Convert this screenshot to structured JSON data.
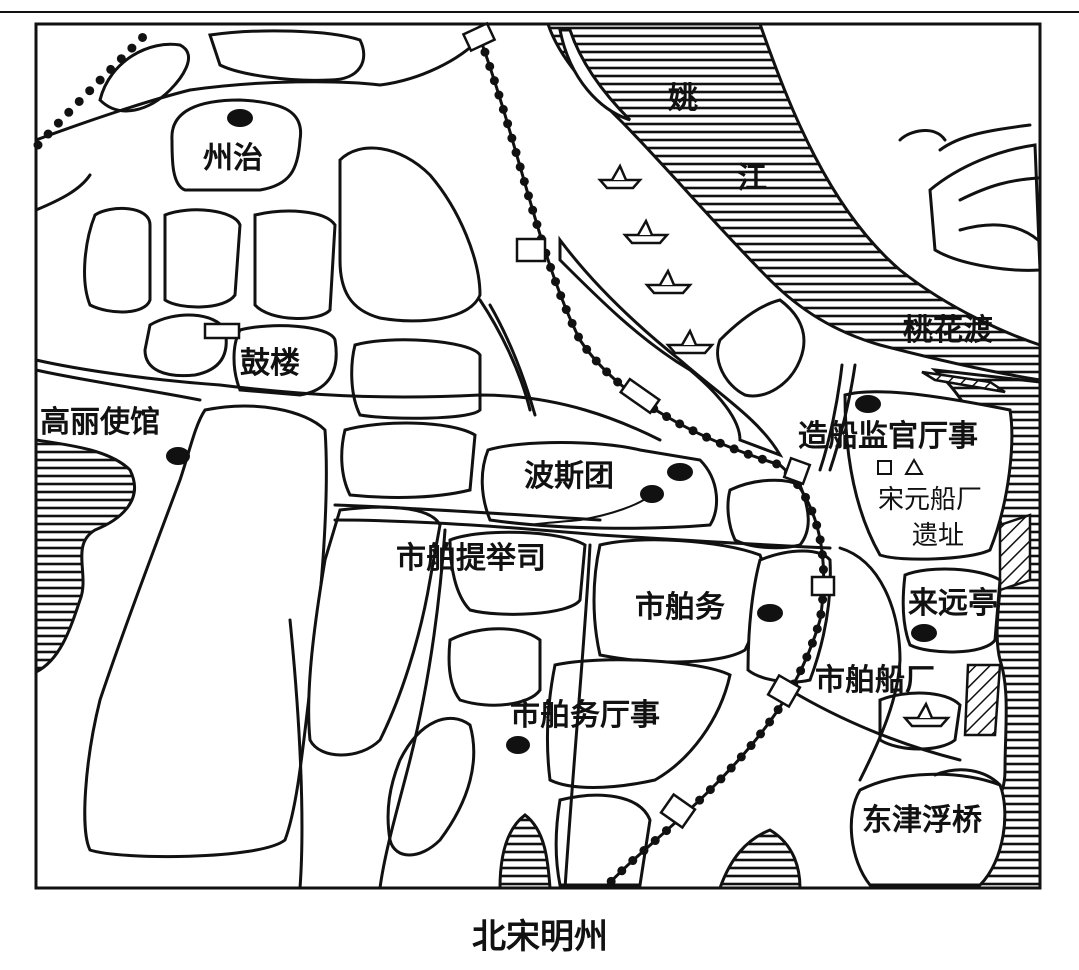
{
  "map": {
    "caption": "北宋明州",
    "river": [
      "姚",
      "江"
    ],
    "labels": {
      "zhouzhi": "州治",
      "gulou": "鼓楼",
      "gaoli": "高丽使馆",
      "bosi": "波斯团",
      "shibo": "市舶提举司",
      "shibowu": "市舶务",
      "shibowu_ting": "市舶务厅事",
      "taohua": "桃花渡",
      "zaochuan": "造船监官厅事",
      "songyuan": [
        "宋元船厂",
        "遗址"
      ],
      "laiyuan": "来远亭",
      "shibochuan": "市舶船厂",
      "dongjin": "东津浮桥"
    }
  }
}
